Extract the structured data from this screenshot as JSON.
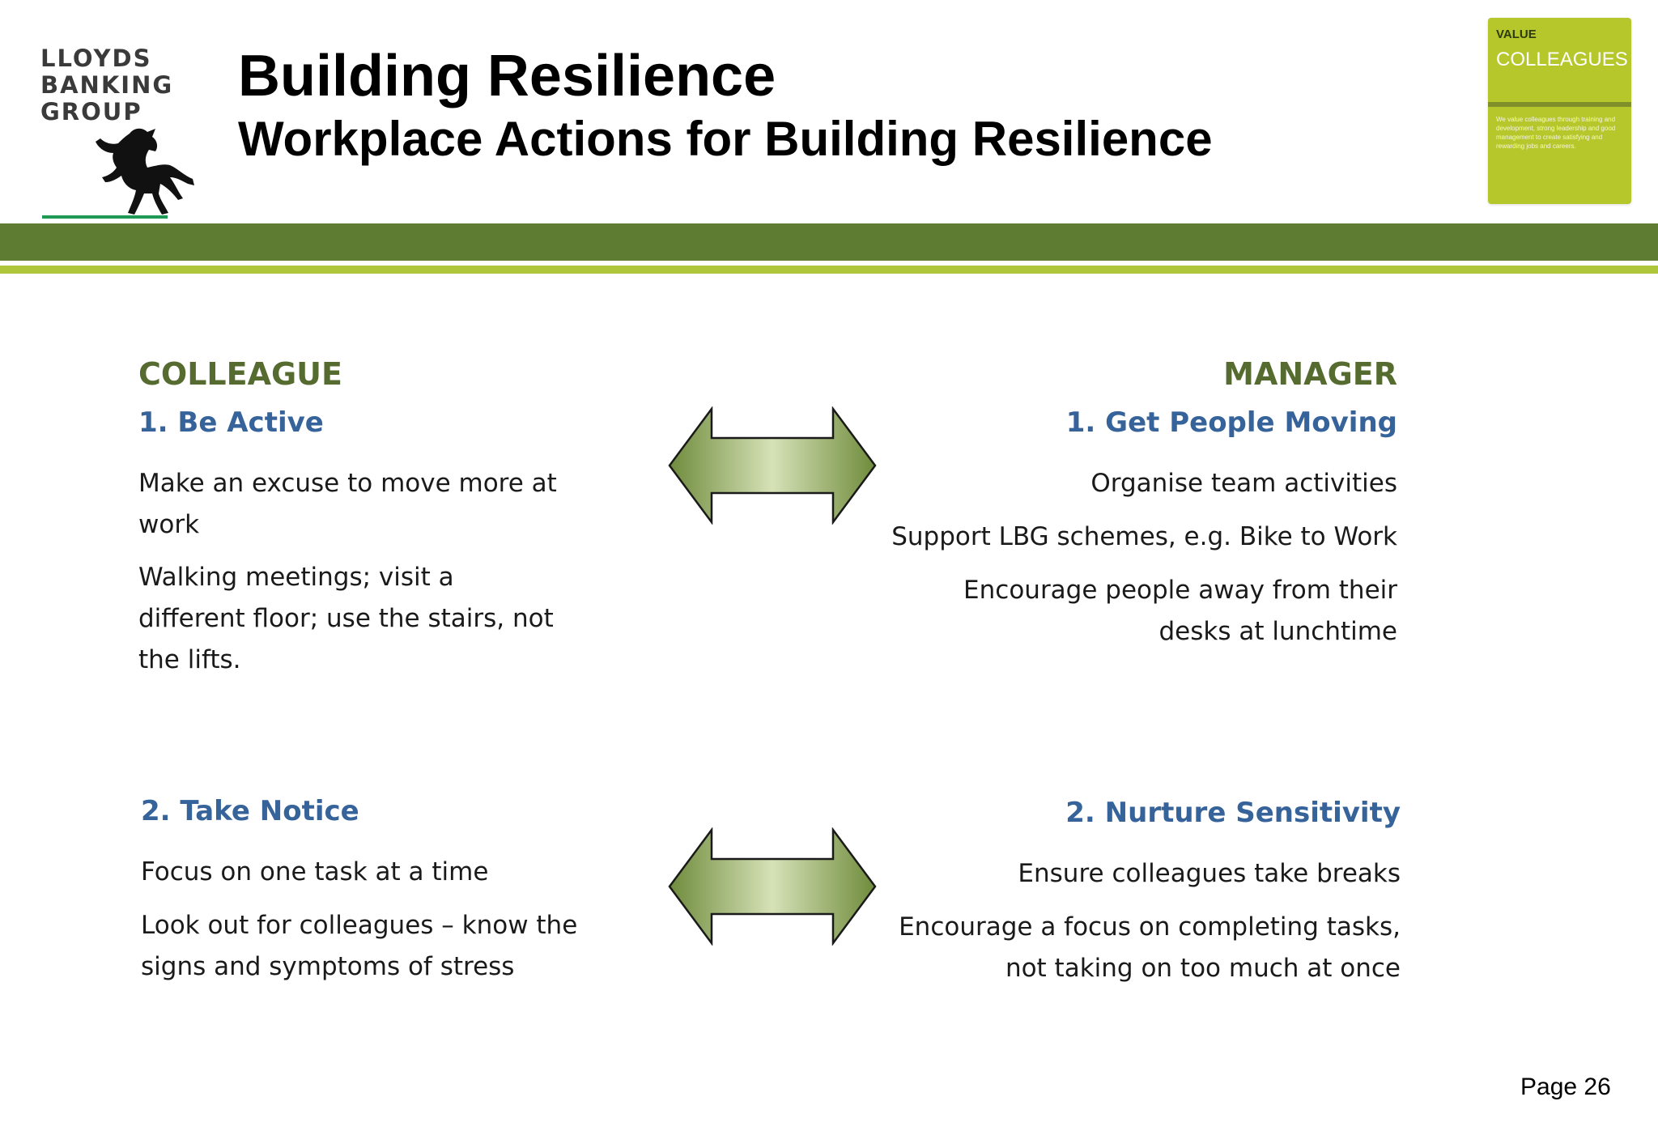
{
  "logo": {
    "lines": [
      "LLOYDS",
      "BANKING",
      "GROUP"
    ]
  },
  "header": {
    "title": "Building Resilience",
    "subtitle": "Workplace Actions for Building Resilience"
  },
  "value_card": {
    "label": "VALUE",
    "title": "COLLEAGUES",
    "text": "We value colleagues through training and development, strong leadership and good management to create satisfying and rewarding jobs and careers."
  },
  "colleague": {
    "heading": "COLLEAGUE",
    "sections": [
      {
        "title": "1. Be Active",
        "paragraphs": [
          "Make an excuse to move more at work",
          "Walking meetings; visit a different floor; use the stairs, not the lifts."
        ]
      },
      {
        "title": "2. Take Notice",
        "paragraphs": [
          "Focus on one task at a time",
          "Look out for colleagues – know the signs and symptoms of stress"
        ]
      }
    ]
  },
  "manager": {
    "heading": "MANAGER",
    "sections": [
      {
        "title": "1. Get People Moving",
        "paragraphs": [
          "Organise team activities",
          "Support LBG schemes, e.g. Bike to Work",
          "Encourage people away from their desks at lunchtime"
        ]
      },
      {
        "title": "2. Nurture Sensitivity",
        "paragraphs": [
          "Ensure colleagues take breaks",
          "Encourage a focus on completing tasks, not taking on too much at once"
        ]
      }
    ]
  },
  "footer": {
    "page": "Page 26"
  },
  "colors": {
    "band_dark": "#5f7d32",
    "band_light": "#aec73a",
    "heading_green": "#556b2f",
    "heading_blue": "#36639a",
    "card_green": "#b6c72b"
  }
}
